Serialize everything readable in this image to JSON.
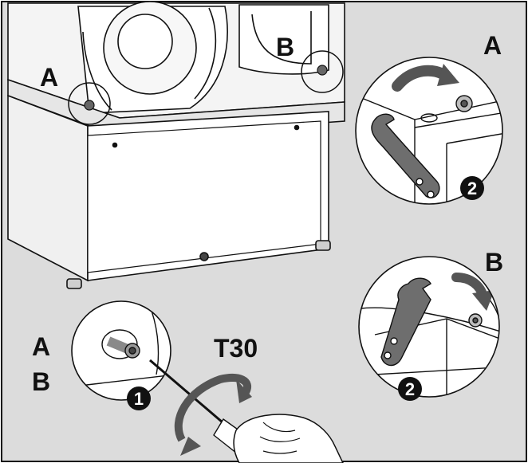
{
  "labels": {
    "top_a": "A",
    "top_b": "B",
    "detail_a_label": "A",
    "detail_b_label": "B",
    "screw_a": "A",
    "screw_b": "B",
    "tool": "T30"
  },
  "steps": {
    "screwdriver_step": "1",
    "wrench_step_a": "2",
    "wrench_step_b": "2"
  },
  "colors": {
    "background": "#dcdcdc",
    "outline": "#111111",
    "wrench": "#6e6e6e",
    "arrow": "#555555",
    "badge": "#111111",
    "panel": "#ffffff"
  }
}
